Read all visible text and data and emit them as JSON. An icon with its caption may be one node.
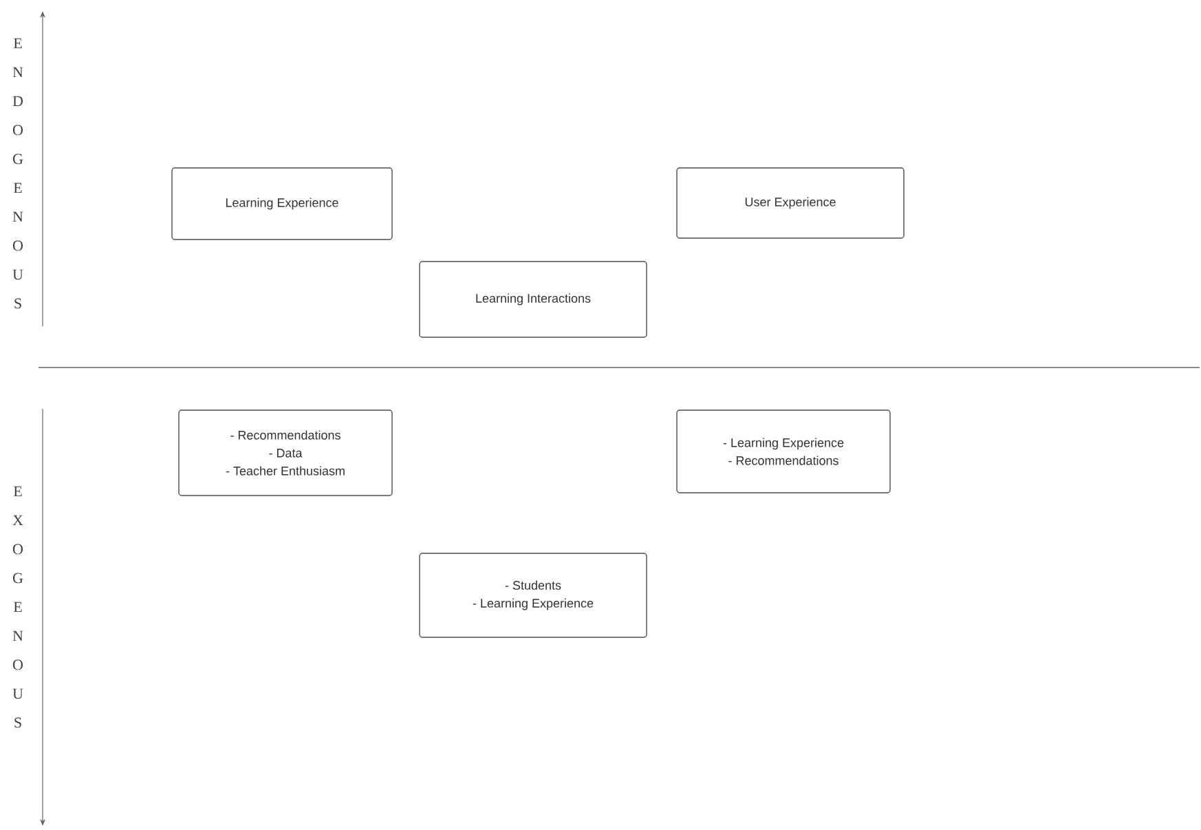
{
  "diagram": {
    "nodes": [
      {
        "text": [
          "Learning Experience"
        ]
      },
      {
        "text": [
          "User Experience"
        ]
      },
      {
        "text": [
          "Learning Interactions"
        ]
      },
      {
        "text": [
          "- Recommendations",
          "- Data",
          "- Teacher Enthusiasm"
        ]
      },
      {
        "text": [
          "- Learning Experience",
          "- Recommendations"
        ]
      },
      {
        "text": [
          "- Students",
          "- Learning Experience"
        ]
      }
    ],
    "labels": [
      "ENDOGENOUS",
      "EXOGENOUS"
    ]
  }
}
